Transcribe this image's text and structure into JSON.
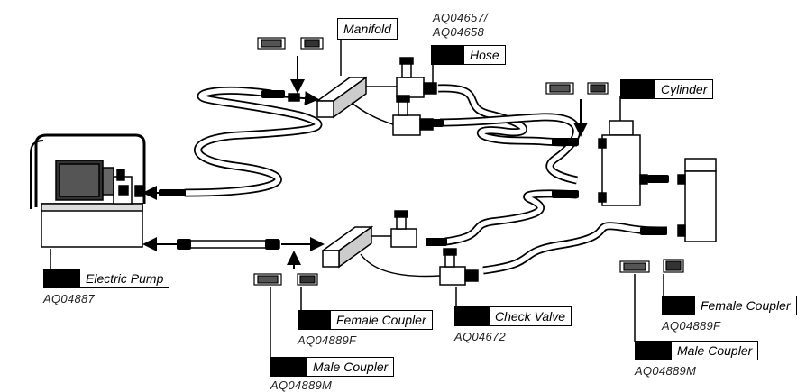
{
  "labels": {
    "manifold": "Manifold",
    "hose": "Hose",
    "cylinder": "Cylinder",
    "electric_pump": "Electric Pump",
    "female_coupler_left": "Female Coupler",
    "check_valve": "Check Valve",
    "male_coupler_left": "Male Coupler",
    "female_coupler_right": "Female Coupler",
    "male_coupler_right": "Male Coupler"
  },
  "codes": {
    "hose_line1": "AQ04657/",
    "hose_line2": "AQ04658",
    "electric_pump": "AQ04887",
    "female_coupler_left": "AQ04889F",
    "check_valve": "AQ04672",
    "male_coupler_left": "AQ04889M",
    "female_coupler_right": "AQ04889F",
    "male_coupler_right": "AQ04889M"
  }
}
